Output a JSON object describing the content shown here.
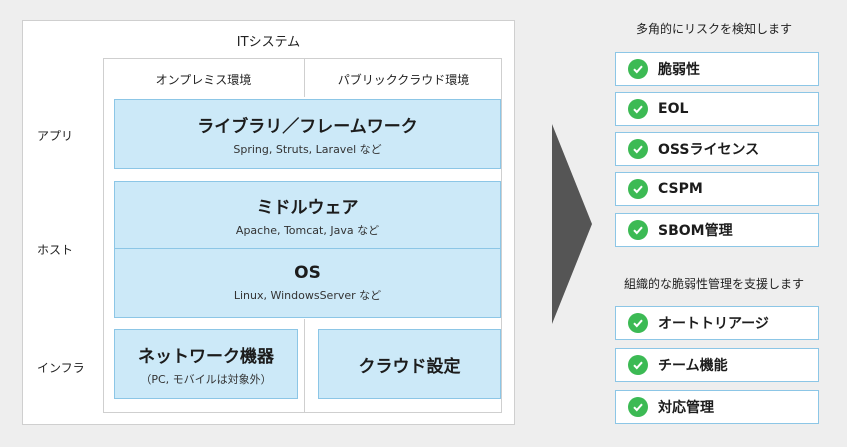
{
  "system": {
    "title": "ITシステム",
    "columns": [
      "オンプレミス環境",
      "パブリッククラウド環境"
    ],
    "rows": [
      "アプリ",
      "ホスト",
      "インフラ"
    ],
    "boxes": [
      {
        "title": "ライブラリ／フレームワーク",
        "sub": "Spring, Struts, Laravel など"
      },
      {
        "title": "ミドルウェア",
        "sub": "Apache, Tomcat, Java など"
      },
      {
        "title": "OS",
        "sub": "Linux, WindowsServer など"
      },
      {
        "title": "ネットワーク機器",
        "sub": "（PC, モバイルは対象外）"
      },
      {
        "title": "クラウド設定",
        "sub": ""
      }
    ]
  },
  "detect": {
    "heading": "多角的にリスクを検知します",
    "items": [
      "脆弱性",
      "EOL",
      "OSSライセンス",
      "CSPM",
      "SBOM管理"
    ]
  },
  "manage": {
    "heading": "組織的な脆弱性管理を支援します",
    "items": [
      "オートトリアージ",
      "チーム機能",
      "対応管理"
    ]
  },
  "colors": {
    "box_fill": "#cce9f8",
    "box_border": "#8cc6e6",
    "check": "#3cba54",
    "arrow": "#555555"
  }
}
